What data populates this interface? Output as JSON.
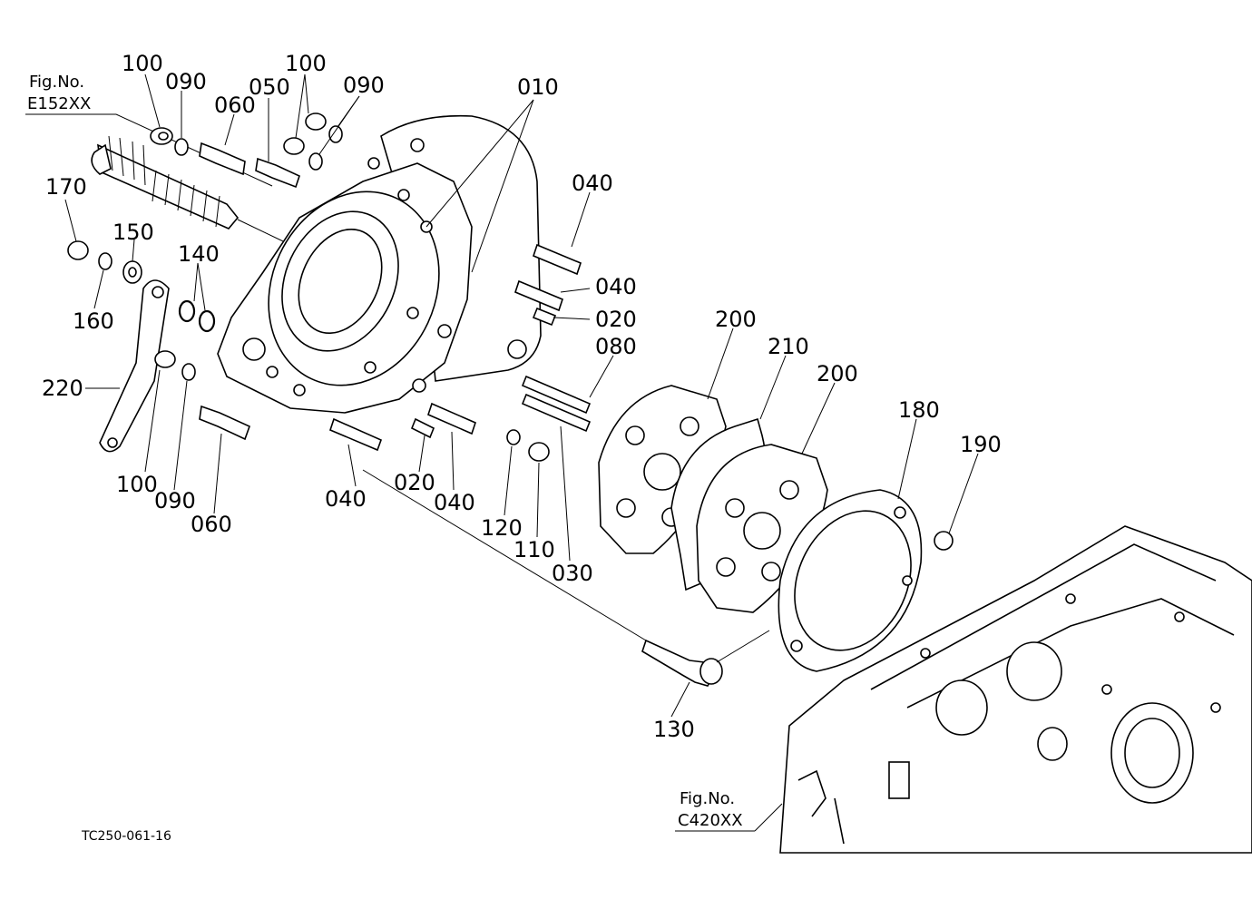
{
  "figure_refs": [
    {
      "title": "Fig.No.",
      "code": "E152XX"
    },
    {
      "title": "Fig.No.",
      "code": "C420XX"
    }
  ],
  "drawing_code": "TC250-061-16",
  "parts": {
    "p010": "010",
    "p020a": "020",
    "p020b": "020",
    "p030": "030",
    "p040a": "040",
    "p040b": "040",
    "p040c": "040",
    "p040d": "040",
    "p050": "050",
    "p060a": "060",
    "p060b": "060",
    "p080": "080",
    "p090a": "090",
    "p090b": "090",
    "p090c": "090",
    "p100a": "100",
    "p100b": "100",
    "p100c": "100",
    "p110": "110",
    "p120": "120",
    "p130": "130",
    "p140": "140",
    "p150": "150",
    "p160": "160",
    "p170": "170",
    "p180": "180",
    "p190": "190",
    "p200a": "200",
    "p200b": "200",
    "p210": "210",
    "p220": "220"
  }
}
